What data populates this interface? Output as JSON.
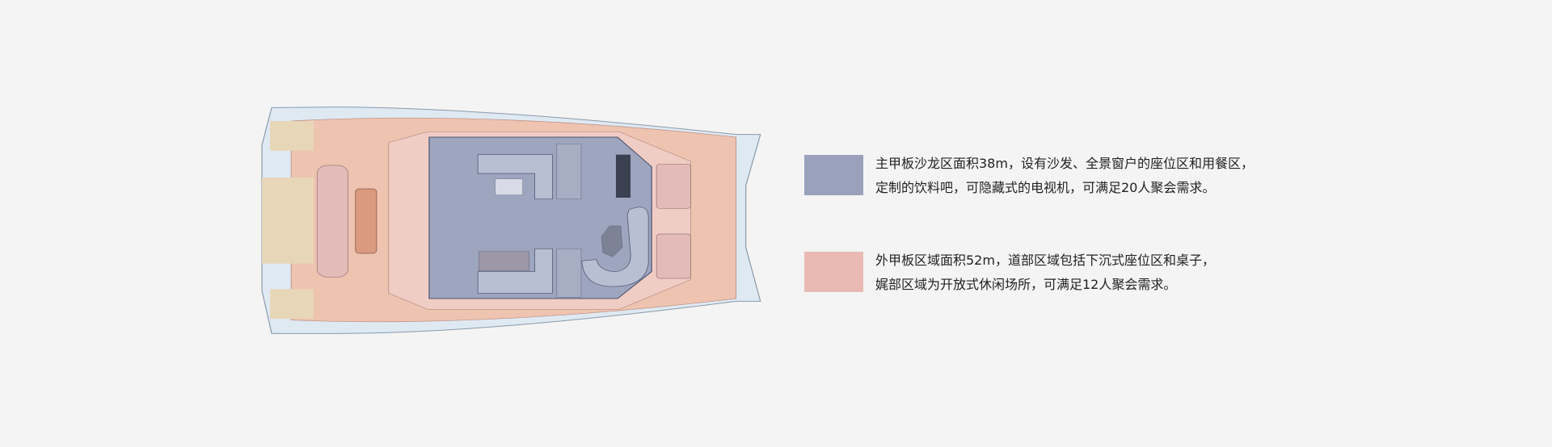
{
  "legend": [
    {
      "color": "#99a1bb",
      "lines": [
        "主甲板沙龙区面积38m，设有沙发、全景窗户的座位区和用餐区，",
        "定制的饮料吧，可隐藏式的电视机，可满足20人聚会需求。"
      ]
    },
    {
      "color": "#e9bab4",
      "lines": [
        "外甲板区域面积52m，道部区域包括下沉式座位区和桌子，",
        "娓部区域为开放式休闲场所，可满足12人聚会需求。"
      ]
    }
  ],
  "colors": {
    "background": "#f4f4f4",
    "deck": "#eec3b0",
    "salon": "#9ea5bf",
    "hull": "#dfe9f2",
    "wood": "#e8d6b8"
  }
}
